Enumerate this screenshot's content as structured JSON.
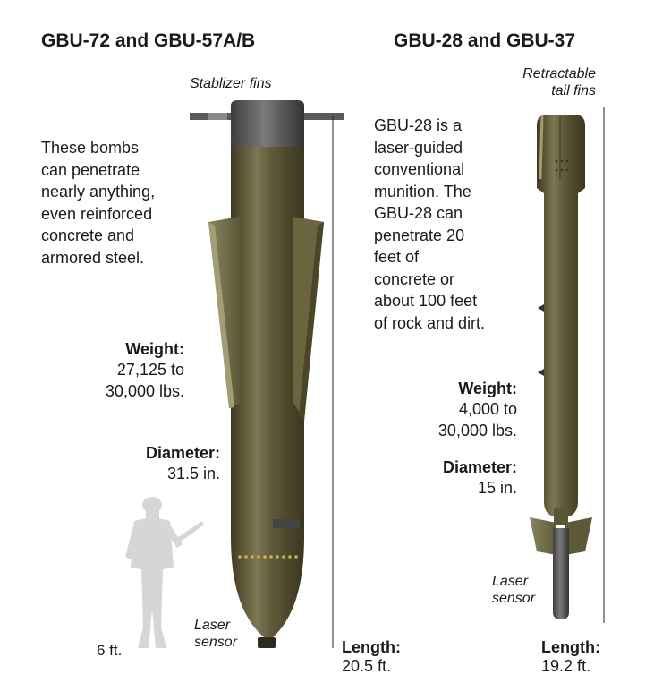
{
  "left": {
    "title": "GBU-72 and GBU-57A/B",
    "fins_label": "Stablizer fins",
    "description_lines": [
      "These bombs",
      "can penetrate",
      "nearly anything,",
      "even reinforced",
      "concrete and",
      "armored steel."
    ],
    "weight_label": "Weight:",
    "weight_lines": [
      "27,125 to",
      "30,000 lbs."
    ],
    "diameter_label": "Diameter:",
    "diameter_value": "31.5 in.",
    "sensor_lines": [
      "Laser",
      "sensor"
    ],
    "person_height": "6 ft.",
    "length_label": "Length:",
    "length_value": "20.5 ft."
  },
  "right": {
    "title": "GBU-28 and GBU-37",
    "fins_lines": [
      "Retractable",
      "tail fins"
    ],
    "description_lines": [
      "GBU-28 is a",
      "laser-guided",
      "conventional",
      "munition. The",
      "GBU-28 can",
      "penetrate 20",
      "feet of",
      "concrete or",
      "about 100 feet",
      "of rock and dirt."
    ],
    "weight_label": "Weight:",
    "weight_lines": [
      "4,000 to",
      "30,000 lbs."
    ],
    "diameter_label": "Diameter:",
    "diameter_value": "15 in.",
    "sensor_lines": [
      "Laser",
      "sensor"
    ],
    "length_label": "Length:",
    "length_value": "19.2 ft."
  },
  "colors": {
    "bomb_body": "#5b5637",
    "bomb_highlight": "#8a8460",
    "fin": "#6e6943",
    "tail_cap": "#6b6b6b",
    "person": "#d6d6d6"
  }
}
